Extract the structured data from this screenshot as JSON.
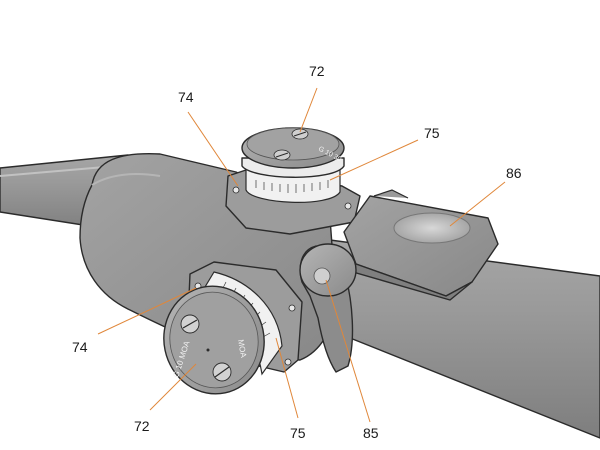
{
  "labels": {
    "elevation_knob_top": "72",
    "mount_plate_top": "74",
    "elevation_scale_top": "75",
    "clamp_ring": "86",
    "windage_knob": "72",
    "mount_plate_side": "74",
    "windage_scale": "75",
    "parallax_knob": "85"
  },
  "dial_text": {
    "top_knob": "G 10 30",
    "side_knob": "G 10 MOA",
    "side_knob_right": "MOA"
  },
  "colors": {
    "body": "#8f8f8f",
    "outline": "#2b2b2b",
    "leader_lines": "#e0873a",
    "scale_band": "#f1f1f1"
  }
}
